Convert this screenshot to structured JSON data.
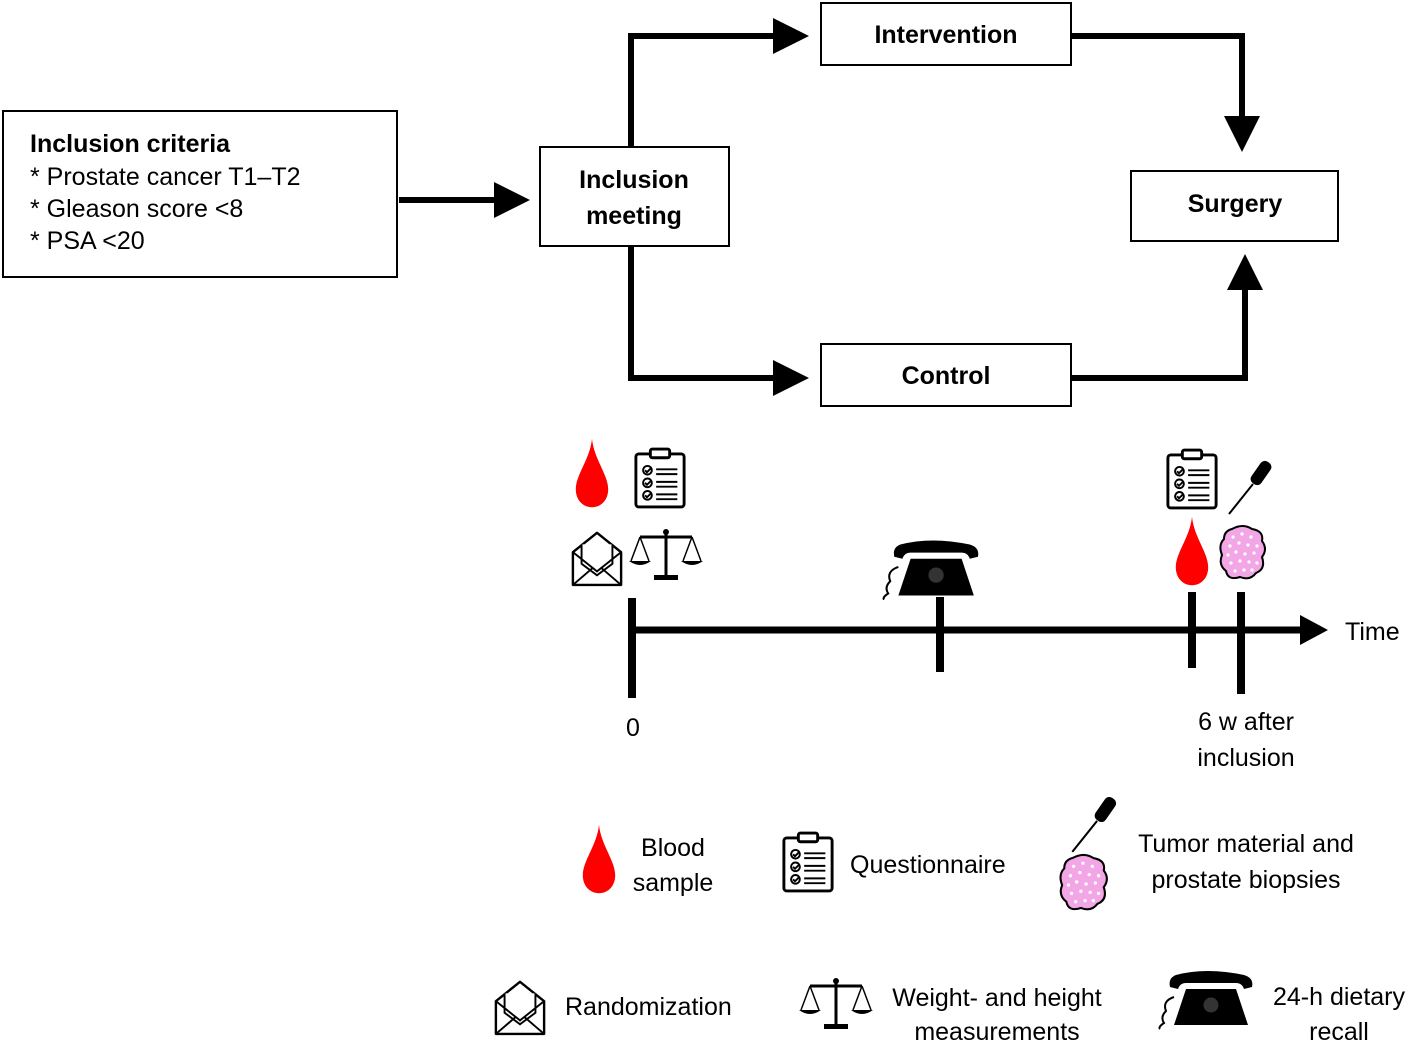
{
  "flowchart": {
    "inclusion_criteria": {
      "title": "Inclusion criteria",
      "items": [
        "* Prostate cancer T1–T2",
        "* Gleason score <8",
        "* PSA <20"
      ]
    },
    "inclusion_meeting": [
      "Inclusion",
      "meeting"
    ],
    "intervention": "Intervention",
    "control": "Control",
    "surgery": "Surgery"
  },
  "timeline": {
    "axis_label": "Time",
    "start_label": "0",
    "end_label": [
      "6 w after",
      "inclusion"
    ]
  },
  "legend": {
    "blood_sample": [
      "Blood",
      "sample"
    ],
    "questionnaire": "Questionnaire",
    "tumor_material": [
      "Tumor material and",
      "prostate biopsies"
    ],
    "randomization": "Randomization",
    "weight_height": [
      "Weight- and height",
      "measurements"
    ],
    "dietary_recall": [
      "24-h dietary",
      "recall"
    ]
  },
  "colors": {
    "blood": "#ff0000",
    "tissue": "#f2a6e6",
    "line": "#000000"
  },
  "icons": [
    "blood-drop-icon",
    "clipboard-icon",
    "envelope-icon",
    "scale-icon",
    "telephone-icon",
    "biopsy-needle-icon",
    "tissue-icon"
  ]
}
